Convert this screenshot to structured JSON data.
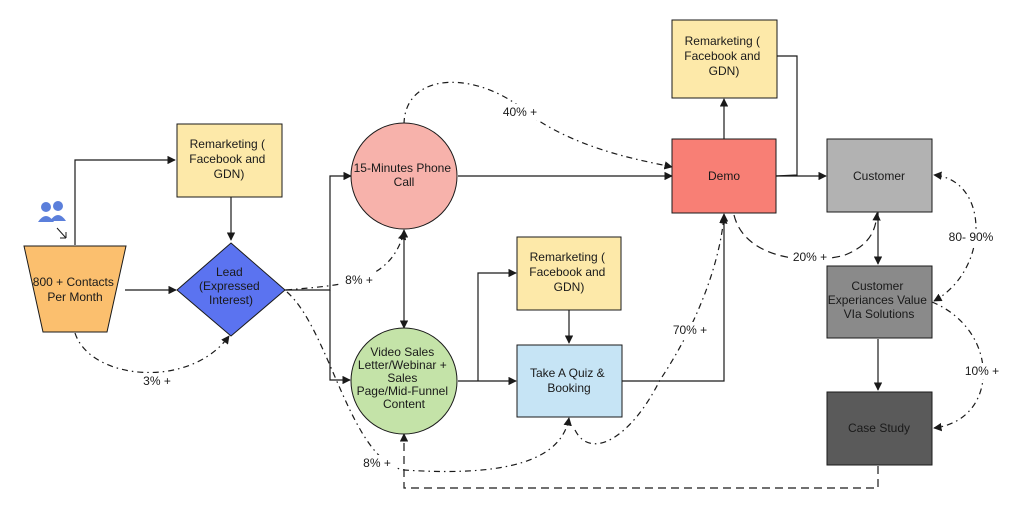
{
  "colors": {
    "remarketing": "#fde9a9",
    "contacts": "#fbbf6e",
    "lead": "#5b73f0",
    "phone_call": "#f7b2ab",
    "video_sales": "#c4e3a8",
    "quiz": "#c6e4f5",
    "demo": "#f87f75",
    "customer": "#b2b2b2",
    "customer_value": "#8a8a8a",
    "case_study": "#5a5a5a",
    "users_icon": "#5b7fdb"
  },
  "nodes": {
    "contacts": {
      "lines": [
        "800 + Contacts",
        "Per Month"
      ]
    },
    "remarketing_1": {
      "lines": [
        "Remarketing (",
        "Facebook and",
        "GDN)"
      ]
    },
    "lead": {
      "lines": [
        "Lead",
        "(Expressed",
        "Interest)"
      ]
    },
    "phone_call": {
      "lines": [
        "15-Minutes Phone",
        "Call"
      ]
    },
    "video_sales": {
      "lines": [
        "Video Sales",
        "Letter/Webinar +",
        "Sales",
        "Page/Mid-Funnel",
        "Content"
      ]
    },
    "remarketing_2": {
      "lines": [
        "Remarketing (",
        "Facebook and",
        "GDN)"
      ]
    },
    "quiz": {
      "lines": [
        "Take A Quiz &",
        "Booking"
      ]
    },
    "remarketing_3": {
      "lines": [
        "Remarketing (",
        "Facebook and",
        "GDN)"
      ]
    },
    "demo": {
      "lines": [
        "Demo"
      ]
    },
    "customer": {
      "lines": [
        "Customer"
      ]
    },
    "customer_value": {
      "lines": [
        "Customer",
        "Experiances Value",
        "VIa Solutions"
      ]
    },
    "case_study": {
      "lines": [
        "Case Study"
      ]
    }
  },
  "edge_labels": {
    "contacts_to_lead": "3% +",
    "lead_to_phone": "8% +",
    "lead_to_quiz": "8% +",
    "phone_to_demo": "40% +",
    "quiz_to_demo": "70%  +",
    "demo_to_customer": "20% +",
    "value_to_customer": "80- 90%",
    "value_to_case": "10% +"
  },
  "icons": {
    "contacts_icon": "users-icon"
  }
}
